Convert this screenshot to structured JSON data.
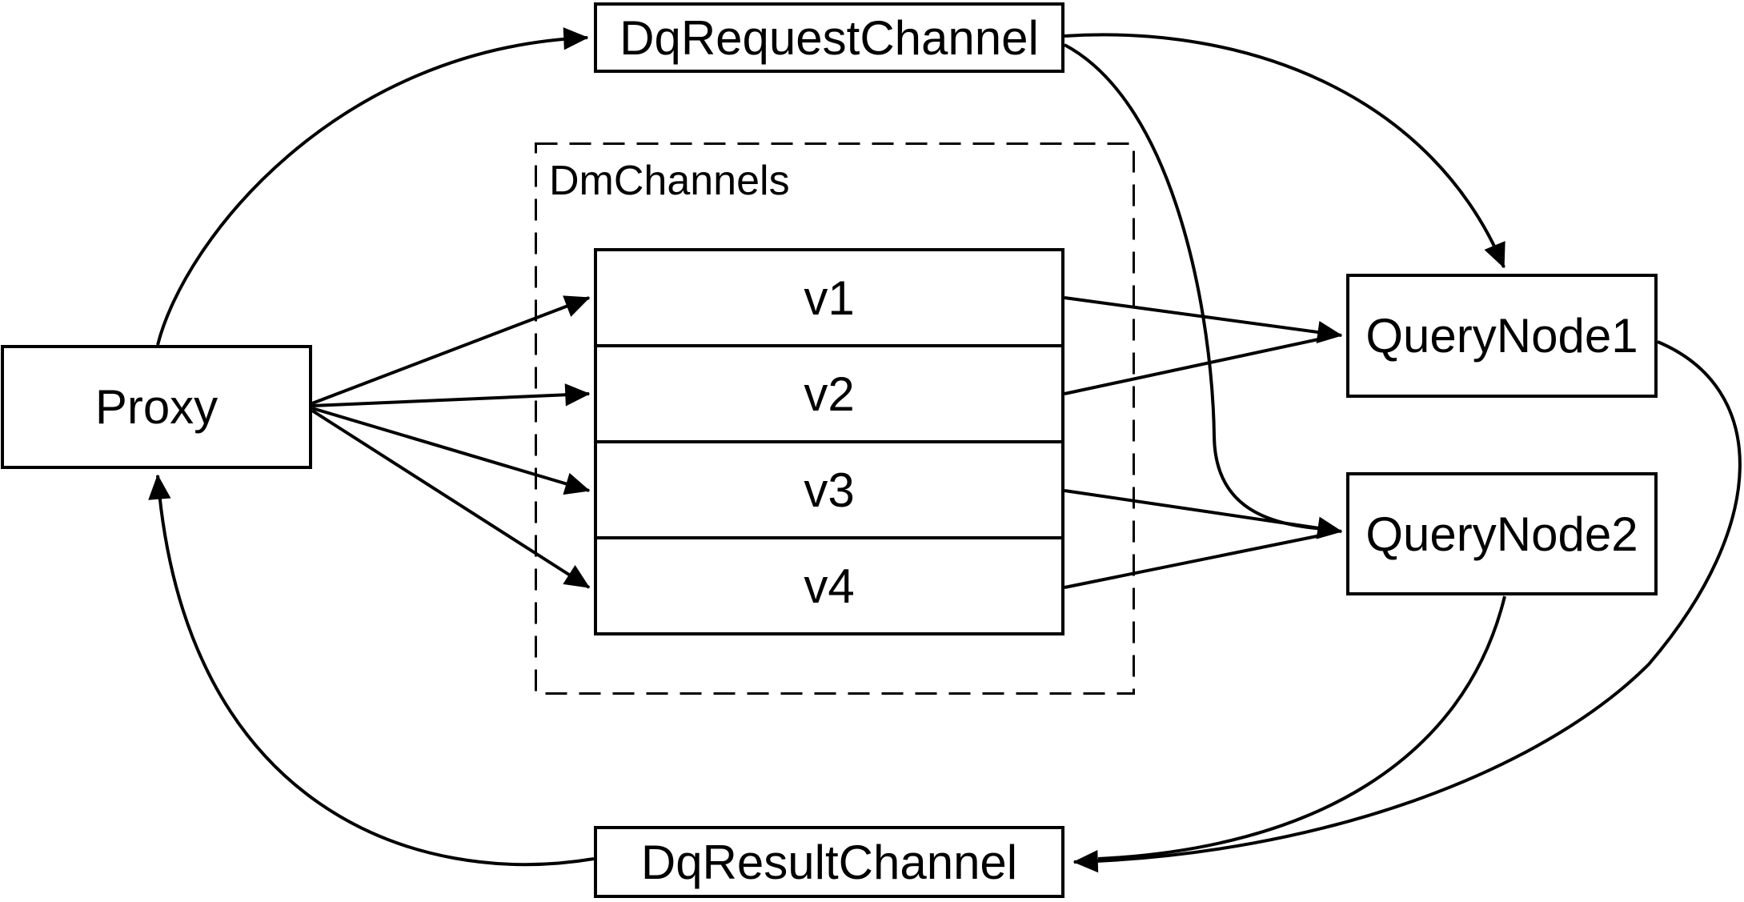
{
  "diagram": {
    "background_color": "#ffffff",
    "node_fill_color": "#ffffff",
    "line_color": "#000000",
    "nodes": {
      "dq_request_channel": {
        "label": "DqRequestChannel"
      },
      "proxy": {
        "label": "Proxy"
      },
      "query_node_1": {
        "label": "QueryNode1"
      },
      "query_node_2": {
        "label": "QueryNode2"
      },
      "dq_result_channel": {
        "label": "DqResultChannel"
      },
      "dm_channels_group": {
        "label": "DmChannels",
        "channels": [
          {
            "label": "v1"
          },
          {
            "label": "v2"
          },
          {
            "label": "v3"
          },
          {
            "label": "v4"
          }
        ]
      }
    },
    "edges": [
      {
        "from": "Proxy",
        "to": "DqRequestChannel"
      },
      {
        "from": "DqRequestChannel",
        "to": "QueryNode1"
      },
      {
        "from": "DqRequestChannel",
        "to": "QueryNode2"
      },
      {
        "from": "Proxy",
        "to": "v1"
      },
      {
        "from": "Proxy",
        "to": "v2"
      },
      {
        "from": "Proxy",
        "to": "v3"
      },
      {
        "from": "Proxy",
        "to": "v4"
      },
      {
        "from": "v1",
        "to": "QueryNode1"
      },
      {
        "from": "v2",
        "to": "QueryNode1"
      },
      {
        "from": "v3",
        "to": "QueryNode2"
      },
      {
        "from": "v4",
        "to": "QueryNode2"
      },
      {
        "from": "QueryNode1",
        "to": "DqResultChannel"
      },
      {
        "from": "QueryNode2",
        "to": "DqResultChannel"
      },
      {
        "from": "DqResultChannel",
        "to": "Proxy"
      }
    ]
  }
}
